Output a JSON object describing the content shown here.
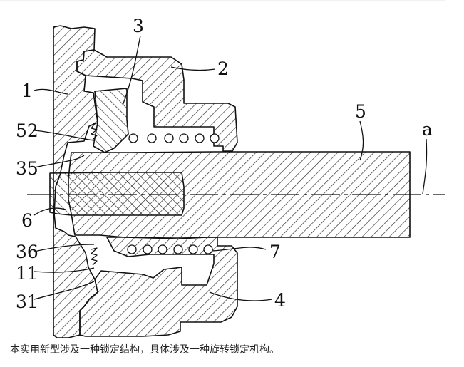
{
  "diagram": {
    "labels": {
      "l1": "1",
      "l2": "2",
      "l3": "3",
      "l4": "4",
      "l5": "5",
      "l6": "6",
      "l7": "7",
      "l11": "11",
      "l31": "31",
      "l35": "35",
      "l36": "36",
      "l52": "52",
      "la": "a"
    }
  },
  "caption": "本实用新型涉及一种锁定结构，具体涉及一种旋转锁定机构。"
}
